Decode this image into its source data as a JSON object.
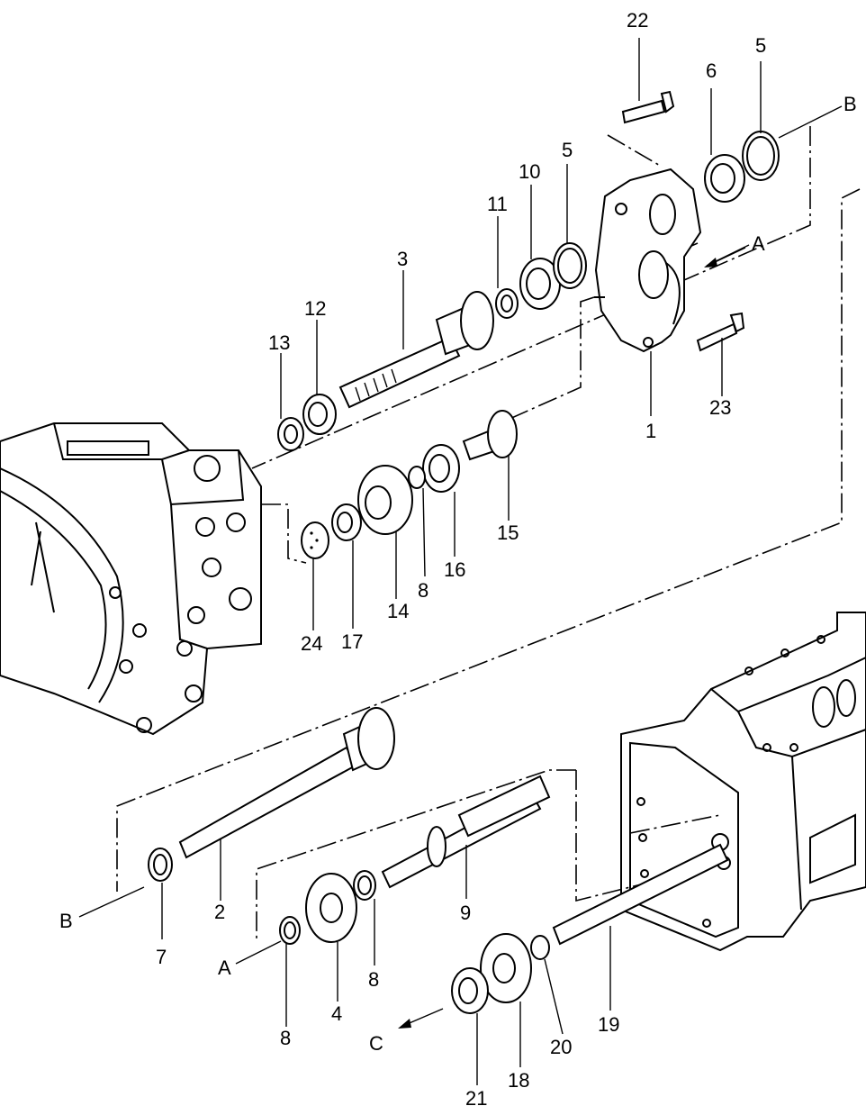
{
  "callouts": [
    {
      "id": "c22a",
      "label": "22"
    },
    {
      "id": "c5a",
      "label": "5"
    },
    {
      "id": "c6",
      "label": "6"
    },
    {
      "id": "cB1",
      "label": "B"
    },
    {
      "id": "c10",
      "label": "10"
    },
    {
      "id": "c5b",
      "label": "5"
    },
    {
      "id": "c11",
      "label": "11"
    },
    {
      "id": "c3",
      "label": "3"
    },
    {
      "id": "cA1",
      "label": "A"
    },
    {
      "id": "c12",
      "label": "12"
    },
    {
      "id": "c13",
      "label": "13"
    },
    {
      "id": "c23",
      "label": "23"
    },
    {
      "id": "c1",
      "label": "1"
    },
    {
      "id": "c15",
      "label": "15"
    },
    {
      "id": "c16",
      "label": "16"
    },
    {
      "id": "c8a",
      "label": "8"
    },
    {
      "id": "c14",
      "label": "14"
    },
    {
      "id": "c24",
      "label": "24"
    },
    {
      "id": "c17",
      "label": "17"
    },
    {
      "id": "c2",
      "label": "2"
    },
    {
      "id": "c9",
      "label": "9"
    },
    {
      "id": "cB2",
      "label": "B"
    },
    {
      "id": "c7",
      "label": "7"
    },
    {
      "id": "cA2",
      "label": "A"
    },
    {
      "id": "c8b",
      "label": "8"
    },
    {
      "id": "c4",
      "label": "4"
    },
    {
      "id": "c8c",
      "label": "8"
    },
    {
      "id": "c19",
      "label": "19"
    },
    {
      "id": "c20",
      "label": "20"
    },
    {
      "id": "cC",
      "label": "C"
    },
    {
      "id": "c18",
      "label": "18"
    },
    {
      "id": "c21",
      "label": "21"
    }
  ]
}
